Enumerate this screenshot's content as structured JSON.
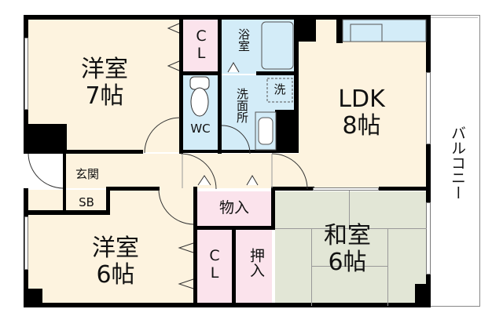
{
  "floor_plan": {
    "rooms": [
      {
        "id": "western-room-7",
        "name": "洋室",
        "size": "7帖"
      },
      {
        "id": "closet-top",
        "name": "C\nL"
      },
      {
        "id": "bathroom",
        "name": "浴室"
      },
      {
        "id": "toilet",
        "name": "WC"
      },
      {
        "id": "washroom",
        "name": "洗面所"
      },
      {
        "id": "washer",
        "name": "洗"
      },
      {
        "id": "ldk",
        "name": "LDK",
        "size": "8帖"
      },
      {
        "id": "balcony",
        "name": "バルコニー"
      },
      {
        "id": "entrance",
        "name": "玄関"
      },
      {
        "id": "shoe-box",
        "name": "SB"
      },
      {
        "id": "storage",
        "name": "物入"
      },
      {
        "id": "western-room-6",
        "name": "洋室",
        "size": "6帖"
      },
      {
        "id": "closet-bottom",
        "name": "C\nL"
      },
      {
        "id": "oshiire",
        "name": "押入"
      },
      {
        "id": "japanese-room",
        "name": "和室",
        "size": "6帖"
      }
    ],
    "colors": {
      "wall": "#000000",
      "western_floor": "#fdf3df",
      "wet_area": "#d3ecf8",
      "storage": "#fbe3ec",
      "tatami": "#e2e6d6"
    }
  }
}
